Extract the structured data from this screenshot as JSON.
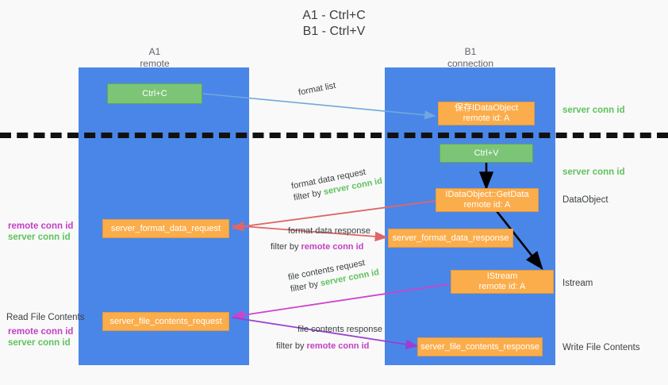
{
  "title": {
    "line1": "A1 - Ctrl+C",
    "line2": "B1 - Ctrl+V"
  },
  "lanes": [
    {
      "id": "a1",
      "name": "A1",
      "role": "remote"
    },
    {
      "id": "b1",
      "name": "B1",
      "role": "connection"
    }
  ],
  "colors": {
    "lane": "#4a86e8",
    "green_box": "#7cc576",
    "orange_box": "#fbad4b",
    "server_conn_id": "#5ec25e",
    "remote_conn_id": "#c33fc3",
    "arrow_blue": "#6fa8dc",
    "arrow_red": "#e06666",
    "arrow_magenta": "#cc44cc",
    "arrow_purple": "#9a3fd0",
    "arrow_black": "#000000",
    "background": "#f9f9f9"
  },
  "boxes": {
    "ctrl_c": {
      "label": "Ctrl+C",
      "kind": "green"
    },
    "ctrl_v": {
      "label": "Ctrl+V",
      "kind": "green"
    },
    "save_idataobject": {
      "line1": "保存IDataObject",
      "line2": "remote id: A",
      "kind": "orange"
    },
    "getdata": {
      "line1": "IDataObject::GetData",
      "line2": "remote id: A",
      "kind": "orange"
    },
    "istream": {
      "line1": "IStream",
      "line2": "remote id: A",
      "kind": "orange"
    },
    "format_data_request": {
      "label": "server_format_data_request",
      "kind": "orange"
    },
    "format_data_response": {
      "label": "server_format_data_response",
      "kind": "orange"
    },
    "file_contents_request": {
      "label": "server_file_contents_request",
      "kind": "orange"
    },
    "file_contents_response": {
      "label": "server_file_contents_response",
      "kind": "orange"
    }
  },
  "right_labels": {
    "server_conn_id_top": "server conn id",
    "server_conn_id_mid": "server conn id",
    "dataobject": "DataObject",
    "istream": "Istream",
    "write_file_contents": "Write File Contents"
  },
  "left_labels": {
    "remote_conn_id_1": "remote conn id",
    "server_conn_id_1": "server conn id",
    "read_file_contents": "Read File Contents",
    "remote_conn_id_2": "remote conn id",
    "server_conn_id_2": "server conn id"
  },
  "annotations": {
    "format_list": "format list",
    "fmt_req_line1": "format data request",
    "fmt_req_filter_prefix": "filter by ",
    "fmt_req_filter_value": "server conn id",
    "fmt_resp_line1": "format data response",
    "fmt_resp_filter_prefix": "filter by ",
    "fmt_resp_filter_value": "remote conn id",
    "file_req_line1": "file contents request",
    "file_req_filter_prefix": "filter by ",
    "file_req_filter_value": "server conn id",
    "file_resp_line1": "file contents response",
    "file_resp_filter_prefix": "filter by ",
    "file_resp_filter_value": "remote conn id"
  }
}
